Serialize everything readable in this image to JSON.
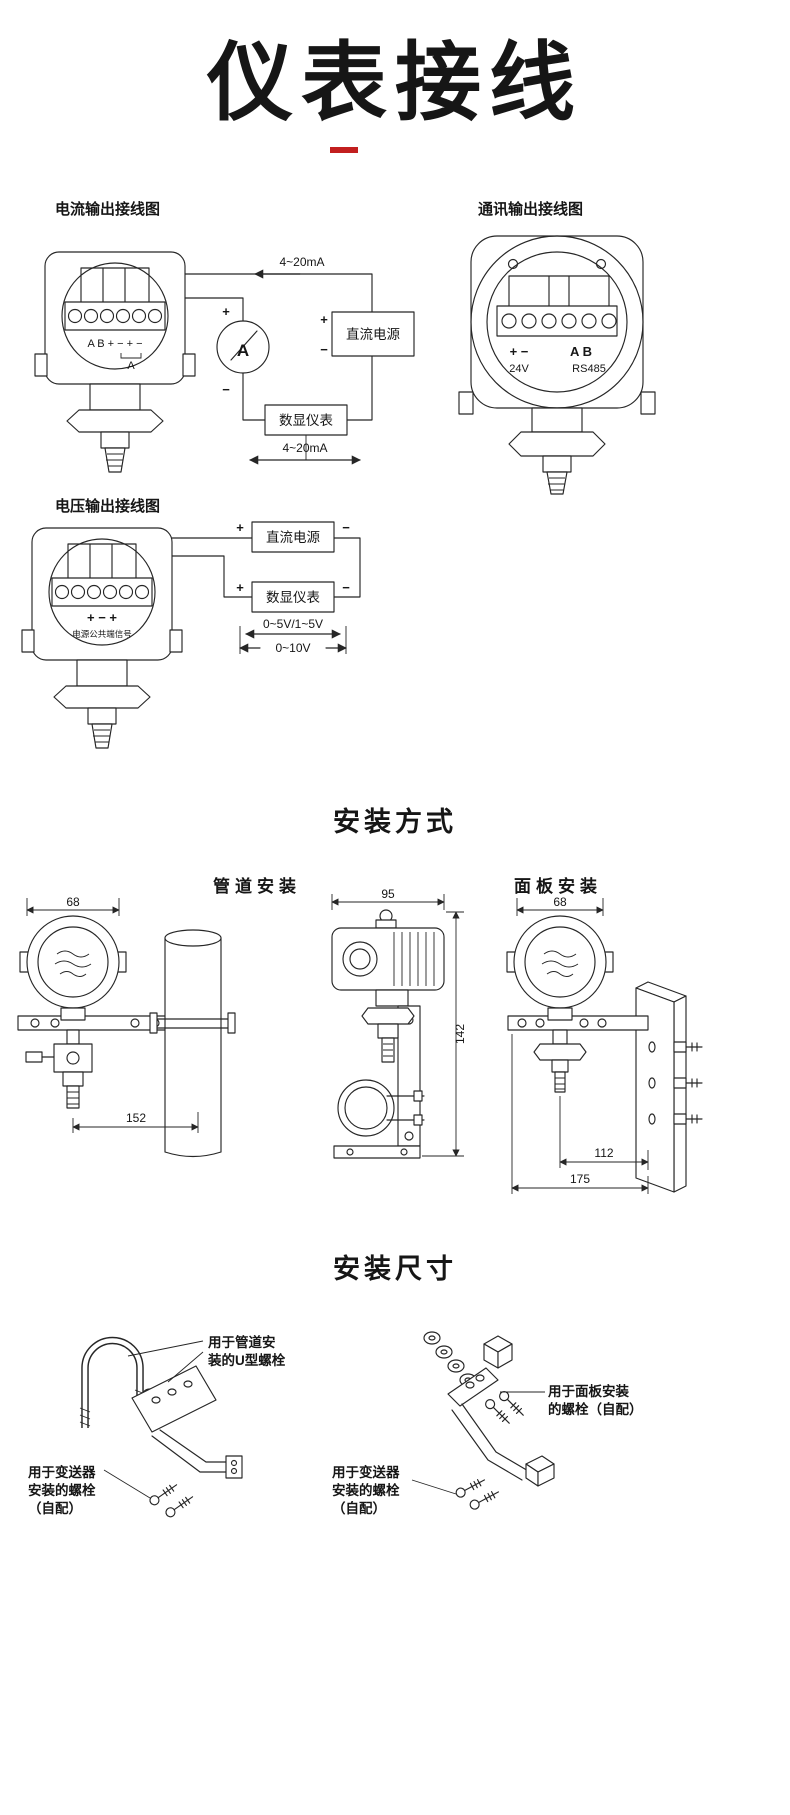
{
  "page": {
    "title": "仪表接线",
    "accent": "#c21f1f"
  },
  "sym": {
    "plus": "+",
    "minus": "−"
  },
  "wiring": {
    "current": {
      "label": "电流输出接线图",
      "ma_top": "4~20mA",
      "ma_bottom": "4~20mA",
      "meter": "A",
      "dc_box": "直流电源",
      "display_box": "数显仪表",
      "terminals": "A B + − + −",
      "meter_tap": "A"
    },
    "comm": {
      "label": "通讯输出接线图",
      "sign_pair": "+ −",
      "ab_pair": "A B",
      "volt": "24V",
      "bus": "RS485"
    },
    "voltage": {
      "label": "电压输出接线图",
      "dc_box": "直流电源",
      "display_box": "数显仪表",
      "terminals": "+ − +",
      "common_label": "电源公共端信号",
      "range1": "0~5V/1~5V",
      "range2": "0~10V"
    }
  },
  "install": {
    "title": "安装方式",
    "pipe_label": "管道安装",
    "panel_label": "面板安装",
    "dims": {
      "pipe_w": "68",
      "pipe_l": "152",
      "mid_w": "95",
      "mid_h": "142",
      "panel_w": "68",
      "panel_d1": "112",
      "panel_d2": "175"
    }
  },
  "mount": {
    "title": "安装尺寸",
    "left": {
      "note1_line1": "用于管道安",
      "note1_line2": "装的U型螺栓",
      "note2_line1": "用于变送器",
      "note2_line2": "安装的螺栓",
      "note2_line3": "（自配）"
    },
    "right": {
      "note1_line1": "用于面板安装",
      "note1_line2": "的螺栓（自配）",
      "note2_line1": "用于变送器",
      "note2_line2": "安装的螺栓",
      "note2_line3": "（自配）"
    }
  }
}
